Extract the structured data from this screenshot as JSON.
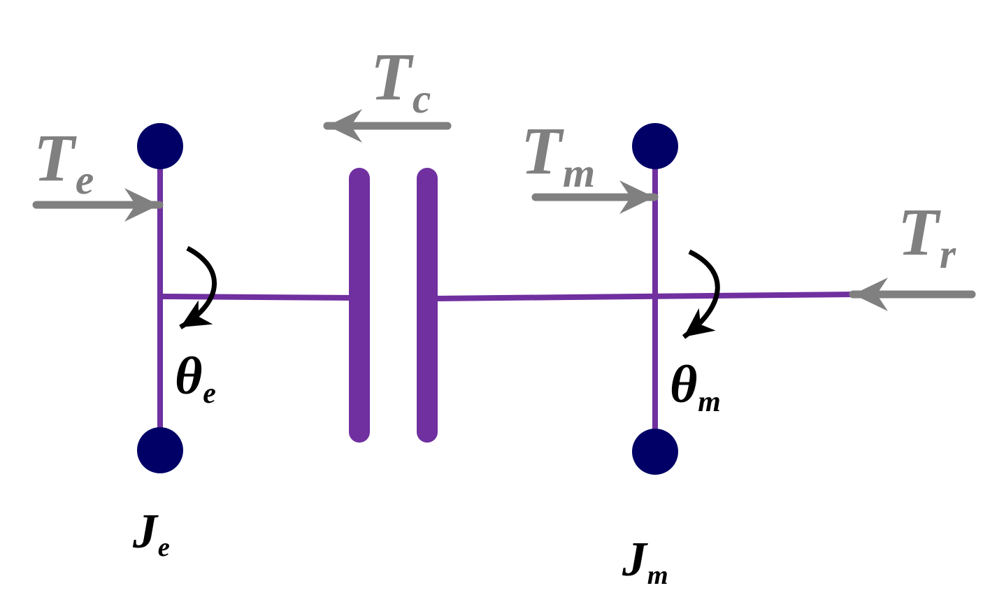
{
  "labels": {
    "engine_torque": {
      "symbol": "T",
      "sub": "e"
    },
    "clutch_torque": {
      "symbol": "T",
      "sub": "c"
    },
    "motor_torque": {
      "symbol": "T",
      "sub": "m"
    },
    "resist_torque": {
      "symbol": "T",
      "sub": "r"
    },
    "engine_angle": {
      "symbol": "θ",
      "sub": "e"
    },
    "motor_angle": {
      "symbol": "θ",
      "sub": "m"
    },
    "engine_inertia": {
      "symbol": "J",
      "sub": "e"
    },
    "motor_inertia": {
      "symbol": "J",
      "sub": "m"
    }
  },
  "colors": {
    "shaft": "#7030a0",
    "inertia_node": "#000066",
    "torque_arrow": "#808080",
    "rotation_arrow": "#000000",
    "background": "#ffffff"
  }
}
